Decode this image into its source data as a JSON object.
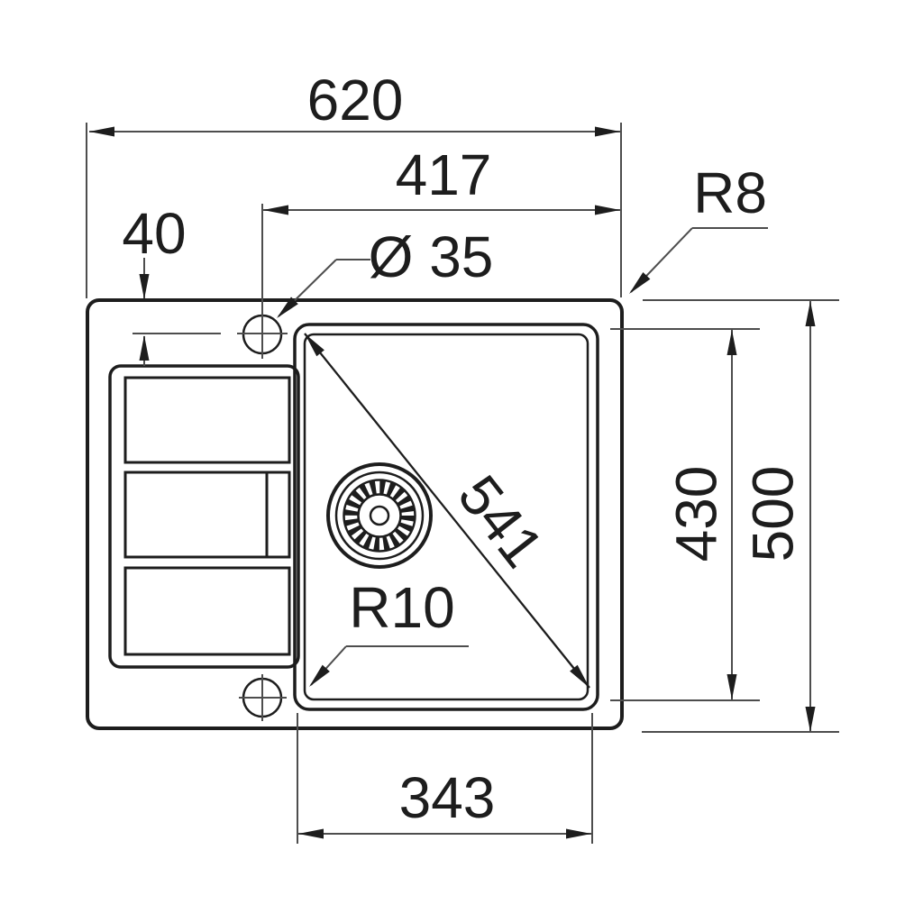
{
  "meta": {
    "type": "technical-dimension-drawing",
    "subject": "kitchen sink with drainboard, top view"
  },
  "colors": {
    "background": "#ffffff",
    "line": "#1d1d1d",
    "dim": "#4d4d4d"
  },
  "labels": {
    "overall_width": "620",
    "hole_to_right_edge": "417",
    "edge_to_hole_center": "40",
    "hole_diameter": "Ø 35",
    "outer_corner_radius": "R8",
    "bowl_diagonal": "541",
    "bowl_depth": "430",
    "overall_depth": "500",
    "bowl_corner_radius": "R10",
    "bowl_width": "343"
  }
}
